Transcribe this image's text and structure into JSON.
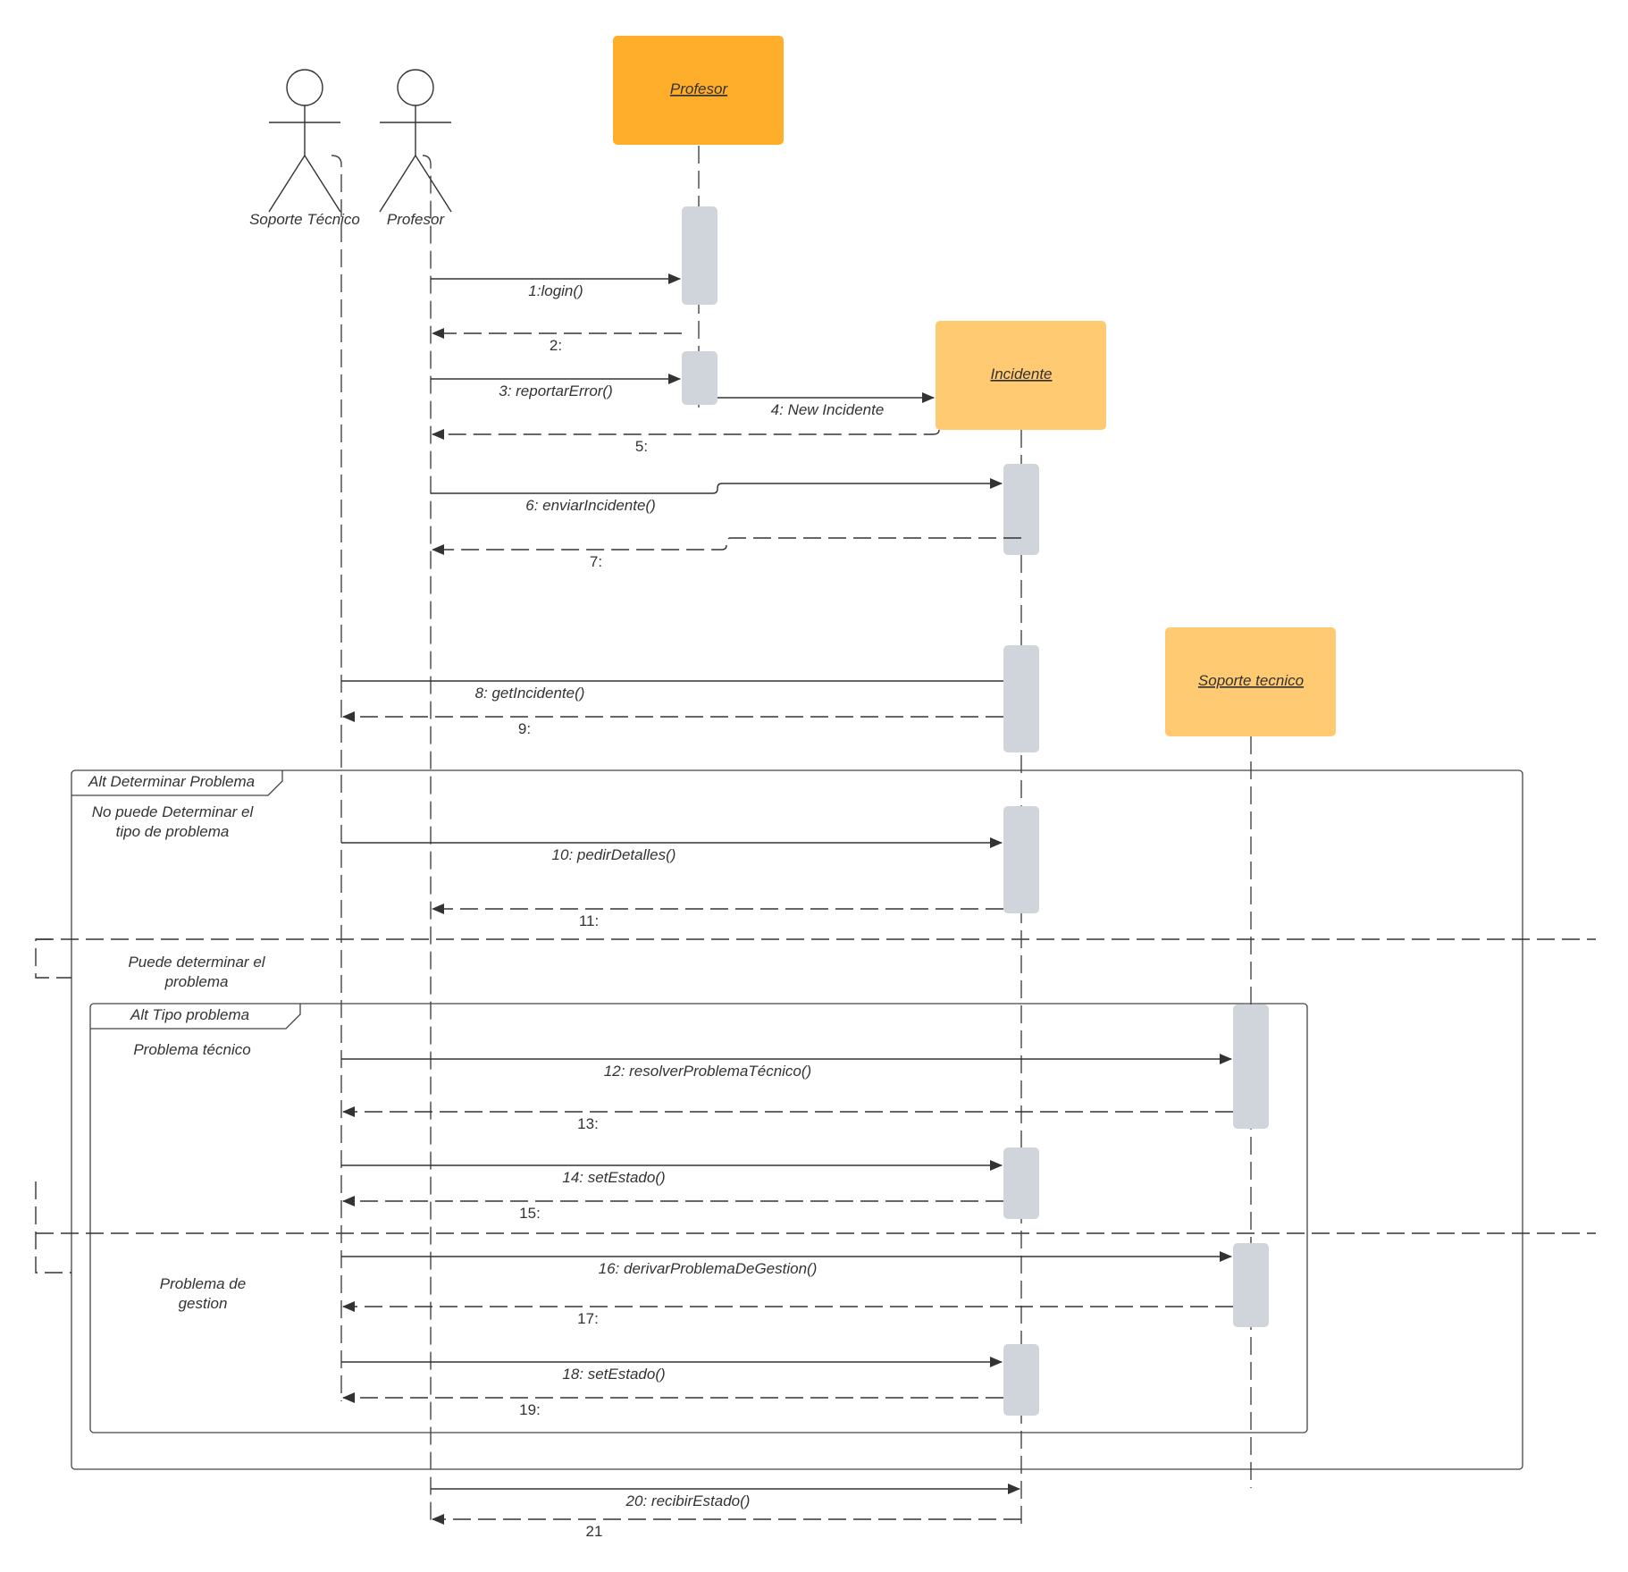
{
  "actors": [
    {
      "id": "soporte",
      "label": "Soporte Técnico"
    },
    {
      "id": "profesor",
      "label": "Profesor"
    }
  ],
  "objects": [
    {
      "id": "obj-profesor",
      "label": "Profesor",
      "color": "#FFAE2B"
    },
    {
      "id": "obj-incidente",
      "label": "Incidente",
      "color": "#FFCA71"
    },
    {
      "id": "obj-soporte",
      "label": "Soporte tecnico",
      "color": "#FFCA71"
    }
  ],
  "messages": [
    {
      "id": "m1",
      "label": "1:login()",
      "kind": "call"
    },
    {
      "id": "m2",
      "label": "2:",
      "kind": "return"
    },
    {
      "id": "m3",
      "label": "3: reportarError()",
      "kind": "call"
    },
    {
      "id": "m4",
      "label": "4: New Incidente",
      "kind": "create"
    },
    {
      "id": "m5",
      "label": "5:",
      "kind": "return"
    },
    {
      "id": "m6",
      "label": "6: enviarIncidente()",
      "kind": "call"
    },
    {
      "id": "m7",
      "label": "7:",
      "kind": "return"
    },
    {
      "id": "m8",
      "label": "8: getIncidente()",
      "kind": "call"
    },
    {
      "id": "m9",
      "label": "9:",
      "kind": "return"
    },
    {
      "id": "m10",
      "label": "10: pedirDetalles()",
      "kind": "call"
    },
    {
      "id": "m11",
      "label": "11:",
      "kind": "return"
    },
    {
      "id": "m12",
      "label": "12: resolverProblemaTécnico()",
      "kind": "call"
    },
    {
      "id": "m13",
      "label": "13:",
      "kind": "return"
    },
    {
      "id": "m14",
      "label": "14: setEstado()",
      "kind": "call"
    },
    {
      "id": "m15",
      "label": "15:",
      "kind": "return"
    },
    {
      "id": "m16",
      "label": "16: derivarProblemaDeGestion()",
      "kind": "call"
    },
    {
      "id": "m17",
      "label": "17:",
      "kind": "return"
    },
    {
      "id": "m18",
      "label": "18: setEstado()",
      "kind": "call"
    },
    {
      "id": "m19",
      "label": "19:",
      "kind": "return"
    },
    {
      "id": "m20",
      "label": "20: recibirEstado()",
      "kind": "call"
    },
    {
      "id": "m21",
      "label": "21",
      "kind": "return"
    }
  ],
  "fragments": {
    "outer": {
      "title": "Alt Determinar Problema",
      "guard1_line1": "No puede Determinar el",
      "guard1_line2": "tipo de problema",
      "guard2_line1": "Puede determinar el",
      "guard2_line2": "problema"
    },
    "inner": {
      "title": "Alt Tipo problema",
      "guard1": "Problema técnico",
      "guard2_line1": "Problema de",
      "guard2_line2": "gestion"
    }
  }
}
